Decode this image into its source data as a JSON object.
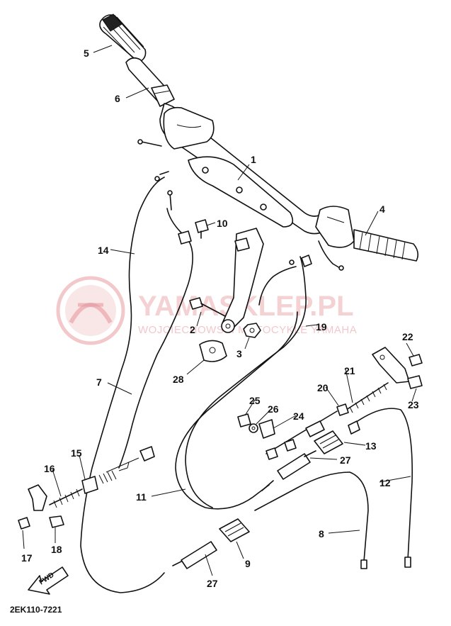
{
  "diagram": {
    "callouts": [
      "1",
      "2",
      "3",
      "4",
      "5",
      "6",
      "7",
      "8",
      "9",
      "10",
      "11",
      "12",
      "13",
      "14",
      "15",
      "16",
      "17",
      "18",
      "19",
      "20",
      "21",
      "22",
      "23",
      "24",
      "25",
      "26",
      "27",
      "27",
      "28"
    ],
    "drawing_code": "2EK110-7221",
    "fwd_label": "FWD"
  },
  "watermark": {
    "main": "YAMASKLEP.PL",
    "sub": "WOJCIECHOWSKI MOTOCYKLE YAMAHA",
    "logo_icon": "tuning-fork-emblem-icon",
    "color": "#e79aa0"
  }
}
